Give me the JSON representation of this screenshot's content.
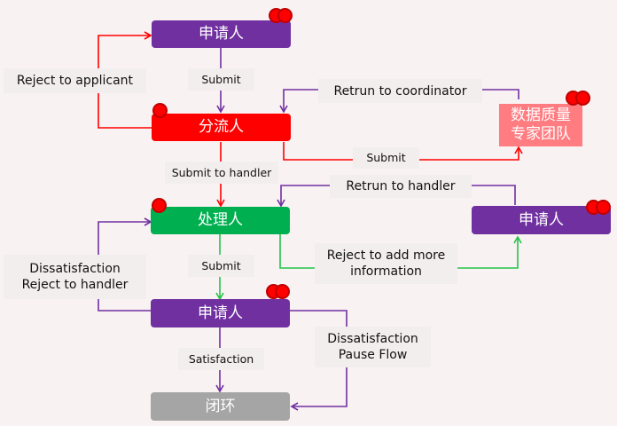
{
  "nodes": {
    "applicant_top": {
      "label": "申请人",
      "color": "#7030a0"
    },
    "coordinator": {
      "label": "分流人",
      "color": "#fe0000"
    },
    "expert_team": {
      "line1": "数据质量",
      "line2": "专家团队",
      "color": "#ff7c80"
    },
    "handler": {
      "label": "处理人",
      "color": "#00b050"
    },
    "applicant_right": {
      "label": "申请人",
      "color": "#7030a0"
    },
    "applicant_bottom": {
      "label": "申请人",
      "color": "#7030a0"
    },
    "closed_loop": {
      "label": "闭环",
      "color": "#a5a5a5"
    }
  },
  "edges": {
    "submit_1": "Submit",
    "reject_to_applicant": "Reject to applicant",
    "return_to_coordinator": "Retrun to coordinator",
    "submit_to_expert": "Submit",
    "submit_to_handler": "Submit to handler",
    "return_to_handler": "Retrun to handler",
    "dissatisfaction_reject": {
      "line1": "Dissatisfaction",
      "line2": "Reject to handler"
    },
    "submit_2": "Submit",
    "reject_more_info": {
      "line1": "Reject to add more",
      "line2": "information"
    },
    "satisfaction": "Satisfaction",
    "dissatisfaction_pause": {
      "line1": "Dissatisfaction",
      "line2": "Pause Flow"
    }
  },
  "colors": {
    "purple": "#7030a0",
    "red": "#fe0000",
    "green": "#00b050",
    "line_red": "#ff0000",
    "line_green": "#22c44a",
    "line_purple": "#7030a0"
  }
}
